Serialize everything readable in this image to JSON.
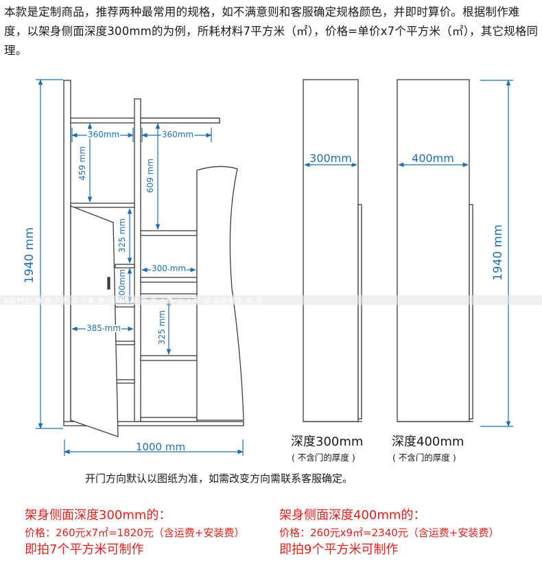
{
  "intro_text": "本款是定制商品，推荐两种最常用的规格，如不满意则和客服确定规格颜色，并即时算价。根据制作难度，以架身侧面深度300mm的为例，所耗材料7平方米（㎡），价格=单价x7个平方米（㎡），其它规格同理。",
  "front_view": {
    "height_label": "1940 mm",
    "width_label": "1000 mm",
    "dims": {
      "top_left_width": "360mm",
      "top_right_width": "360mm",
      "top_left_height": "459 mm",
      "top_right_height": "609 mm",
      "mid_height_1": "325 mm",
      "mid_height_2": "200mm",
      "mid_width": "300 mm",
      "lower_height": "325 mm",
      "door_width": "385 mm"
    }
  },
  "side_views": [
    {
      "depth_label": "300mm",
      "caption": "深度300mm",
      "sub": "( 不含门的厚度 )"
    },
    {
      "depth_label": "400mm",
      "caption": "深度400mm",
      "sub": "( 不含门的厚度 )",
      "height_label": "1940 mm"
    }
  ],
  "watermark": "品尚时光 商 务 / 办 公 / 家 居 品尚时光 商 务 / 办 公 / 家 居 品尚时光 商 务",
  "door_note": "开门方向默认以图纸为准，如需改变方向需联系客服确定。",
  "pricing": [
    {
      "heading": "架身侧面深度300mm的：",
      "price": "价格：260元x7㎡=1820元（含运费+安装费）",
      "make": "即拍7个平方米可制作"
    },
    {
      "heading": "架身侧面深度400mm的：",
      "price": "价格：260元x9㎡=2340元（含运费+安装费）",
      "make": "即拍9个平方米可制作"
    }
  ],
  "colors": {
    "dimension": "#1f6fb0",
    "outline": "#3a3a3a",
    "price": "#e0201b"
  }
}
